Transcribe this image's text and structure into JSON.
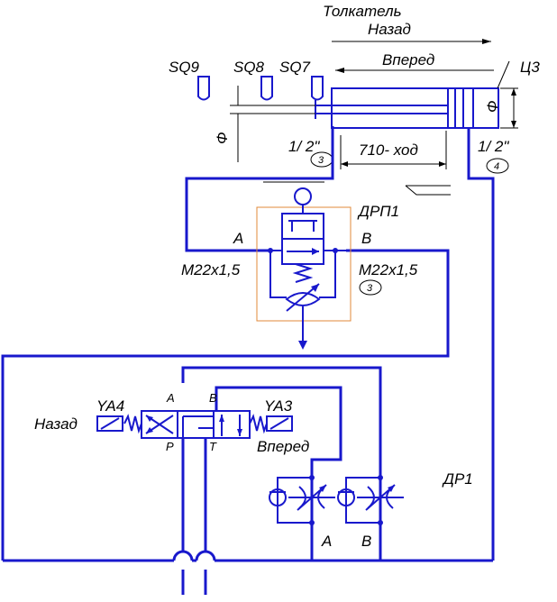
{
  "labels": {
    "pusher": "Толкатель",
    "back_top": "Назад",
    "forward_top": "Вперед",
    "cylinder": "Ц3",
    "sq9": "SQ9",
    "sq8": "SQ8",
    "sq7": "SQ7",
    "pipe_left_size": "1/ 2\"",
    "pipe_left_num": "3",
    "stroke": "710- ход",
    "pipe_right_size": "1/ 2\"",
    "pipe_right_num": "4",
    "drp1": "ДРП1",
    "port_a": "A",
    "port_b": "B",
    "thread_left": "М22х1,5",
    "thread_right": "М22х1,5",
    "thread_right_num": "3",
    "ya4": "YA4",
    "ya3": "YA3",
    "back_valve": "Назад",
    "forward_valve": "Вперед",
    "valve_a": "A",
    "valve_b": "B",
    "valve_p": "P",
    "valve_t": "T",
    "dr1": "ДР1",
    "throttle_a": "A",
    "throttle_b": "B"
  },
  "colors": {
    "line": "#1818cc",
    "frame": "#e08a3a",
    "text": "#000000"
  }
}
